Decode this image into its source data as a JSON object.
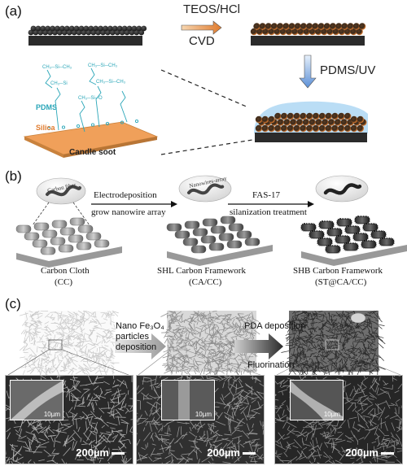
{
  "panel_a": {
    "label": "(a)",
    "step1_top": "TEOS/HCl",
    "step1_bottom": "CVD",
    "step2": "PDMS/UV",
    "pdms_label": "PDMS",
    "silica_label": "Silica",
    "soot_label": "Candle soot",
    "chem_si": "Si",
    "chem_o": "O",
    "chem_ch3": "CH₃"
  },
  "panel_b": {
    "label": "(b)",
    "fiber_label": "Carbon fiber",
    "nanowire_label": "Nanowires-array",
    "step1_top": "Electrodeposition",
    "step1_bottom": "grow nanowire array",
    "step2_top": "FAS-17",
    "step2_bottom": "silanization treatment",
    "item1_name": "Carbon Cloth",
    "item1_abbr": "(CC)",
    "item2_name": "SHL Carbon Framework",
    "item2_abbr": "(CA/CC)",
    "item3_name": "SHB Carbon Framework",
    "item3_abbr": "(ST@CA/CC)"
  },
  "panel_c": {
    "label": "(c)",
    "step1_line1": "Nano Fe₃O₄",
    "step1_line2": "particles",
    "step1_line3": "deposition",
    "step2_top": "PDA deposition",
    "step2_bottom": "Fluorination",
    "scale_main": "200µm",
    "scale_inset": "10µm"
  },
  "colors": {
    "soot": "#2e2e2e",
    "silica_coat": "#e07b2e",
    "pdms_glow": "#6fb6e8",
    "chem_text": "#2aa6b8",
    "silica_slab": "#f0a05a"
  }
}
